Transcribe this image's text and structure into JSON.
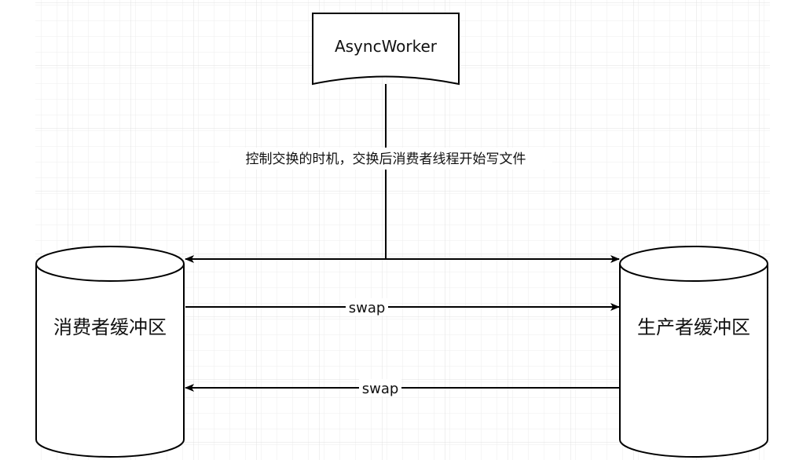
{
  "nodes": {
    "worker": {
      "label": "AsyncWorker"
    },
    "consumer_buffer": {
      "label": "消费者缓冲区"
    },
    "producer_buffer": {
      "label": "生产者缓冲区"
    }
  },
  "edges": {
    "control_note": "控制交换的时机，交换后消费者线程开始写文件",
    "swap_top": "swap",
    "swap_bottom": "swap"
  },
  "colors": {
    "grid": "#e6e6e6",
    "stroke": "#000000",
    "text": "#111111",
    "watermark": "#d9d9d9"
  }
}
